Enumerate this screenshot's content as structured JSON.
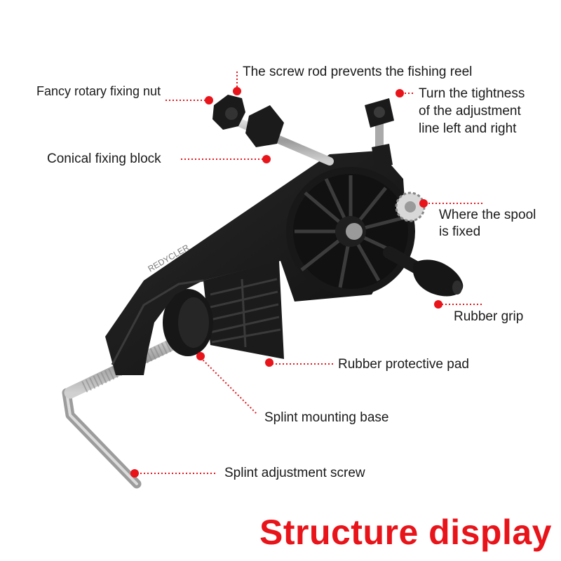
{
  "colors": {
    "accent": "#e8141a",
    "body": "#151515",
    "text": "#1a1a1a",
    "metal": "#b8b8b8"
  },
  "brand_mark": "REDYCLER",
  "callouts": {
    "screw_rod": "The screw rod prevents the fishing reel",
    "rotary_nut": "Fancy rotary fixing nut",
    "tightness_line1": "Turn the tightness",
    "tightness_line2": "of the adjustment",
    "tightness_line3": "line left and right",
    "conical_block": "Conical fixing block",
    "spool_line1": "Where the spool",
    "spool_line2": "is fixed",
    "rubber_grip": "Rubber grip",
    "protective_pad": "Rubber protective pad",
    "mounting_base": "Splint mounting base",
    "adjustment_screw": "Splint adjustment screw"
  },
  "title": "Structure display"
}
